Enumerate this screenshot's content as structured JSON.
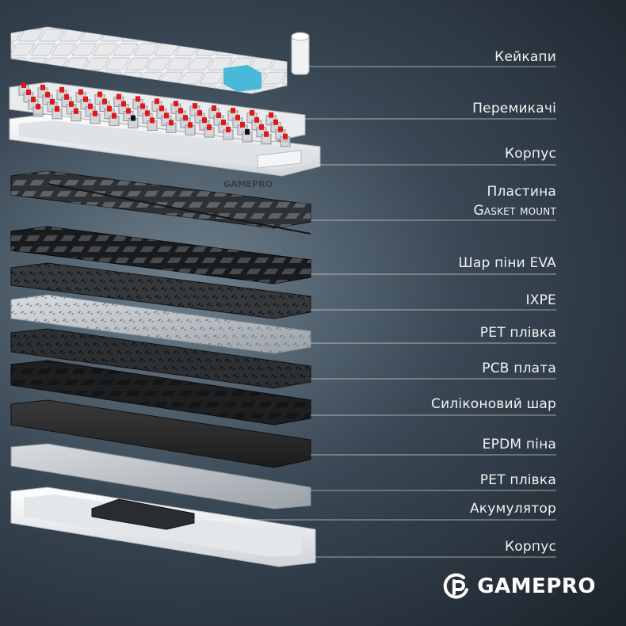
{
  "layers": [
    {
      "id": "keycaps",
      "label": "Кейкапи"
    },
    {
      "id": "switches",
      "label": "Перемикачі"
    },
    {
      "id": "case-top",
      "label": "Корпус"
    },
    {
      "id": "plate",
      "label": "Пластина",
      "label2": "Gasket mount"
    },
    {
      "id": "eva",
      "label": "Шар піни EVA"
    },
    {
      "id": "ixpe",
      "label": "IXPE"
    },
    {
      "id": "pet1",
      "label": "PET плівка"
    },
    {
      "id": "pcb",
      "label": "PCB плата"
    },
    {
      "id": "silicone",
      "label": "Силіконовий шар"
    },
    {
      "id": "epdm",
      "label": "EPDM піна"
    },
    {
      "id": "pet2",
      "label": "PET плівка"
    },
    {
      "id": "battery",
      "label": "Акумулятор"
    },
    {
      "id": "case-bottom",
      "label": "Корпус"
    }
  ],
  "case_logo_text": "GAMEPRO",
  "brand": {
    "name": "GAMEPRO",
    "icon": "gamepro-logo-icon"
  },
  "colors": {
    "background": "#2e3a45",
    "label": "#f2f2f2",
    "switch_stem": "#e01818",
    "accent_key": "#4ab8d8",
    "case": "#eef0f2",
    "plate": "#2b2b2b"
  }
}
